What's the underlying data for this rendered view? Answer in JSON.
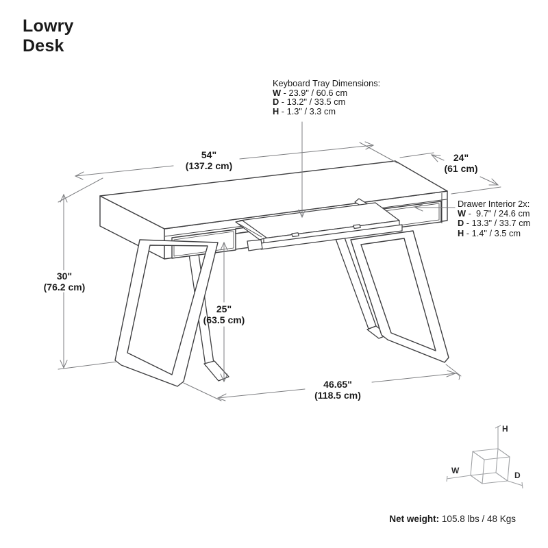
{
  "title": {
    "line1": "Lowry",
    "line2": "Desk"
  },
  "keyboard_tray": {
    "heading": "Keyboard Tray Dimensions:",
    "rows": [
      {
        "key": "W",
        "value": " - 23.9\" / 60.6 cm"
      },
      {
        "key": "D",
        "value": " - 13.2\" / 33.5 cm"
      },
      {
        "key": "H",
        "value": " - 1.3\" / 3.3 cm"
      }
    ]
  },
  "drawer_interior": {
    "heading": "Drawer Interior 2x:",
    "rows": [
      {
        "key": "W",
        "value": " -  9.7\" / 24.6 cm"
      },
      {
        "key": "D",
        "value": " - 13.3\" / 33.7 cm"
      },
      {
        "key": "H",
        "value": " - 1.4\" / 3.5 cm"
      }
    ]
  },
  "dimensions": {
    "width": {
      "inches": "54\"",
      "cm": "(137.2 cm)"
    },
    "depth": {
      "inches": "24\"",
      "cm": "(61 cm)"
    },
    "height": {
      "inches": "30\"",
      "cm": "(76.2 cm)"
    },
    "clearance": {
      "inches": "25\"",
      "cm": "(63.5 cm)"
    },
    "leg_span": {
      "inches": "46.65\"",
      "cm": "(118.5 cm)"
    }
  },
  "axis_cube": {
    "w": "W",
    "d": "D",
    "h": "H"
  },
  "footer": {
    "label": "Net weight:",
    "value": " 105.8 lbs / 48 Kgs"
  },
  "colors": {
    "desk_line": "#3f3f41",
    "dim_line": "#7d7e81",
    "cube_line": "#9fa1a4",
    "text": "#1a1a1a"
  }
}
